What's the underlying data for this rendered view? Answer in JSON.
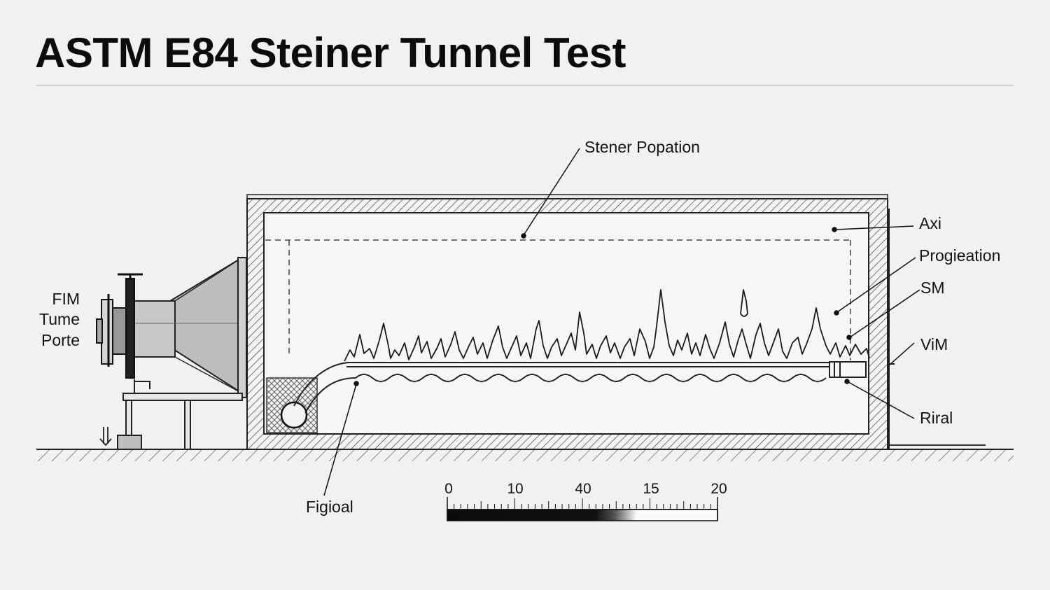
{
  "title": "ASTM E84 Steiner Tunnel Test",
  "labels": {
    "top": "Stener Popation",
    "axi": "Axi",
    "progieation": "Progieation",
    "sm": "SM",
    "vim": "ViM",
    "riral": "Riral",
    "figioal": "Figioal",
    "left_line1": "FIM",
    "left_line2": "Tume",
    "left_line3": "Porte"
  },
  "scale": {
    "tick_labels": [
      "0",
      "10",
      "40",
      "15",
      "20"
    ]
  }
}
